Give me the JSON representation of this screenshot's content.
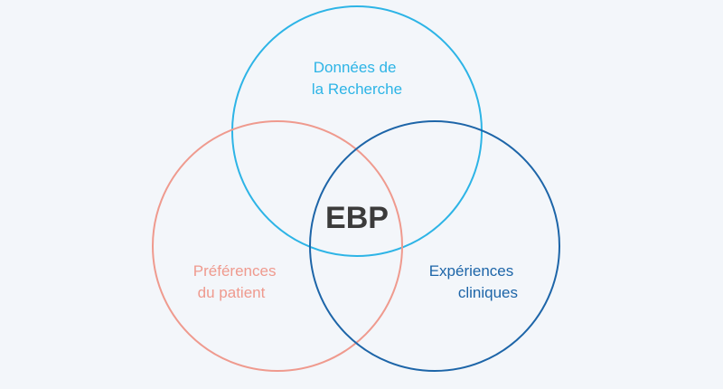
{
  "diagram": {
    "type": "venn",
    "center_label": "EBP",
    "sets": [
      {
        "id": "research",
        "lines": [
          "Données de",
          "la Recherche"
        ],
        "color": "#2db4e6"
      },
      {
        "id": "patient",
        "lines": [
          "Préférences",
          "du patient"
        ],
        "color": "#ef9a8e"
      },
      {
        "id": "clinical",
        "lines": [
          "Expériences",
          "cliniques"
        ],
        "color": "#1d65a8"
      }
    ],
    "center_color": "#3b3b3b",
    "background": "#f3f6fa"
  }
}
